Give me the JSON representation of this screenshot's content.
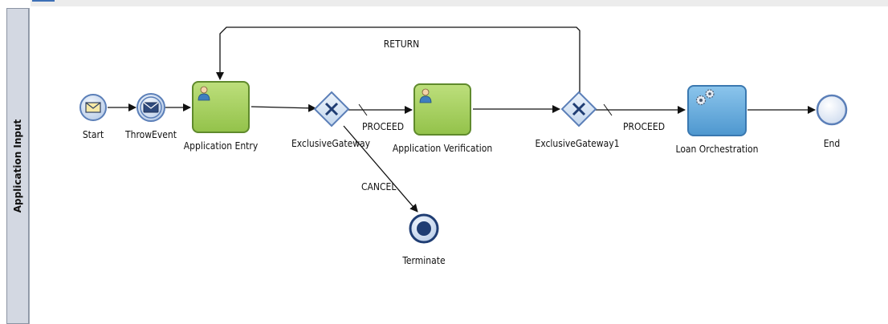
{
  "lane": {
    "label": "Application Input"
  },
  "nodes": {
    "start": "Start",
    "throw_event": "ThrowEvent",
    "application_entry": "Application Entry",
    "exclusive_gateway": "ExclusiveGateway",
    "application_verification": "Application Verification",
    "exclusive_gateway1": "ExclusiveGateway1",
    "loan_orchestration": "Loan Orchestration",
    "end": "End",
    "terminate": "Terminate"
  },
  "flows": {
    "return": "RETURN",
    "proceed_1": "PROCEED",
    "proceed_2": "PROCEED",
    "cancel": "CANCEL"
  },
  "colors": {
    "event_fill": "#c9d8ee",
    "event_stroke": "#5b7fb8",
    "user_task_fill": "#a6cf5a",
    "user_task_stroke": "#5f8a2c",
    "service_task_fill": "#6fb0df",
    "service_task_stroke": "#3a78b0",
    "gateway_fill": "#d7e6f5",
    "gateway_stroke": "#5b7fb8",
    "lane_header": "#d3d8e2"
  }
}
